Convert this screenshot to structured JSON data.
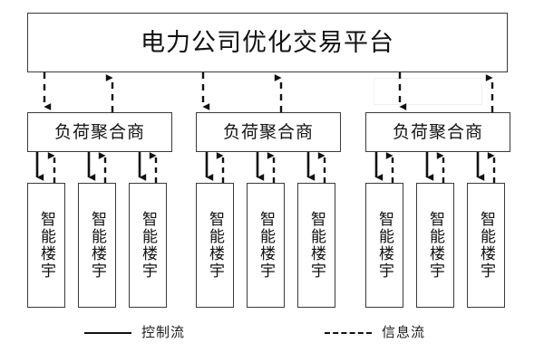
{
  "diagram": {
    "title_text": "电力公司优化交易平台",
    "platform": {
      "label": "电力公司优化交易平台"
    },
    "aggregators": [
      {
        "label": "负荷聚合商"
      },
      {
        "label": "负荷聚合商"
      },
      {
        "label": "负荷聚合商"
      }
    ],
    "buildings": [
      {
        "label": "智能楼宇"
      },
      {
        "label": "智能楼宇"
      },
      {
        "label": "智能楼宇"
      },
      {
        "label": "智能楼宇"
      },
      {
        "label": "智能楼宇"
      },
      {
        "label": "智能楼宇"
      },
      {
        "label": "智能楼宇"
      },
      {
        "label": "智能楼宇"
      },
      {
        "label": "智能楼宇"
      }
    ],
    "legend": {
      "control_flow": {
        "label": "控制流",
        "line_style": "solid",
        "icon": "solid-line-icon"
      },
      "information_flow": {
        "label": "信息流",
        "line_style": "dashed",
        "icon": "dashed-line-icon"
      }
    },
    "colors": {
      "box_border": "#3a3a3a",
      "edge": "#111111",
      "text": "#121212",
      "background": "#ffffff",
      "ghost_artifact": "#eef1f5"
    },
    "edge_semantics": {
      "platform_to_aggregator": "information-flow-dashed-down",
      "aggregator_to_platform": "information-flow-dashed-up",
      "aggregator_to_building": "control-flow-solid-down",
      "building_to_aggregator": "information-flow-dashed-up"
    }
  }
}
